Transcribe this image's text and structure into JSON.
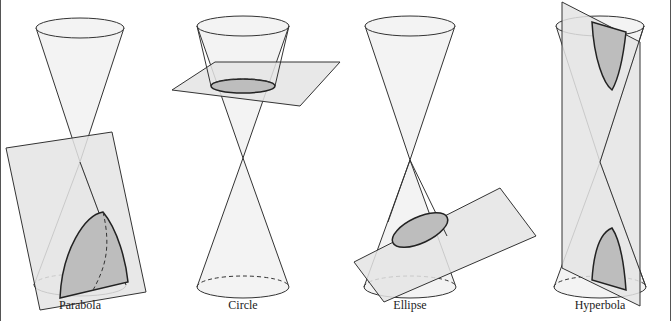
{
  "diagram": {
    "labels": [
      "Parabola",
      "Circle",
      "Ellipse",
      "Hyperbola"
    ]
  }
}
